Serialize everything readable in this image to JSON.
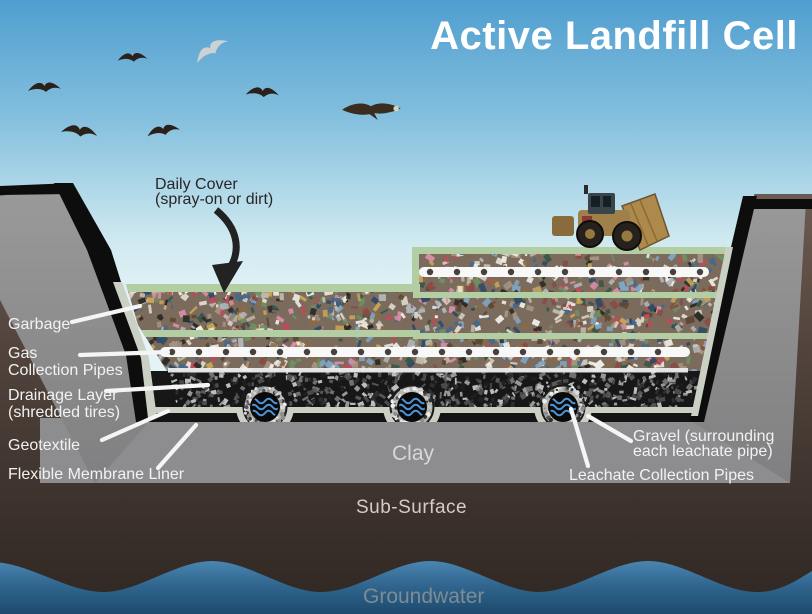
{
  "title": "Active Landfill Cell",
  "annotations": {
    "daily_cover": {
      "line1": "Daily Cover",
      "line2": "(spray-on or dirt)"
    },
    "garbage": {
      "text": "Garbage"
    },
    "gas_pipes": {
      "line1": "Gas",
      "line2": "Collection Pipes"
    },
    "drainage_layer": {
      "line1": "Drainage Layer",
      "line2": "(shredded tires)"
    },
    "geotextile": {
      "text": "Geotextile"
    },
    "flexible_membrane_liner": {
      "text": "Flexible Membrane Liner"
    },
    "gravel": {
      "line1": "Gravel (surrounding",
      "line2": "each leachate pipe)"
    },
    "leachate_pipes": {
      "text": "Leachate Collection Pipes"
    },
    "clay": {
      "text": "Clay"
    },
    "sub_surface": {
      "text": "Sub-Surface"
    },
    "groundwater": {
      "text": "Groundwater"
    }
  },
  "scene": {
    "colors": {
      "sky_top": "#4f9ecf",
      "sky_horizon": "#e4f3f6",
      "cover_green": "#b4cea4",
      "garbage_base": "#7a6b5c",
      "drainage_black": "#171717",
      "geotextile_gray": "#cbd0c5",
      "membrane_black": "#141414",
      "clay_gray": "#8d8d8f",
      "subsurface_brown": "#4e413b",
      "groundwater_blue": "#31668f",
      "pipe_white": "#f8f8f8",
      "leachate_wave_blue": "#4f93d6",
      "label_white": "#f2f2f2"
    }
  }
}
